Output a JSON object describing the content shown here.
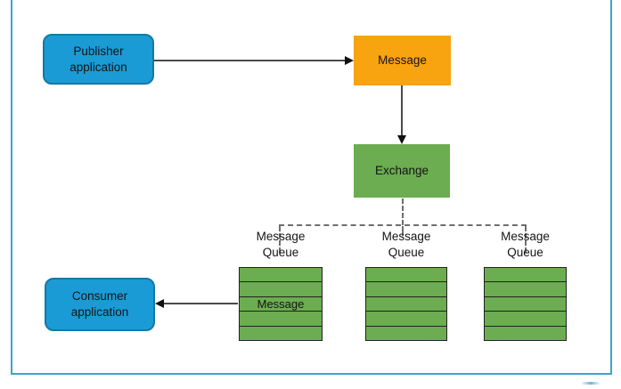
{
  "diagram": {
    "nodes": {
      "publisher": {
        "label": "Publisher\napplication"
      },
      "message": {
        "label": "Message"
      },
      "exchange": {
        "label": "Exchange"
      },
      "consumer": {
        "label": "Consumer\napplication"
      }
    },
    "queues": [
      {
        "label": "Message\nQueue",
        "rows": 5,
        "message_row": {
          "index": 2,
          "label": "Message"
        }
      },
      {
        "label": "Message\nQueue",
        "rows": 5,
        "message_row": null
      },
      {
        "label": "Message\nQueue",
        "rows": 5,
        "message_row": null
      }
    ],
    "colors": {
      "application_blue": "#1b9bd5",
      "application_border_blue": "#1578a6",
      "message_orange": "#f8a310",
      "queue_green": "#6bad50",
      "queue_border": "#222222",
      "frame_blue": "#3ba6c9",
      "connector_solid": "#4a4a4a",
      "connector_dashed": "#6e6e6e"
    }
  }
}
